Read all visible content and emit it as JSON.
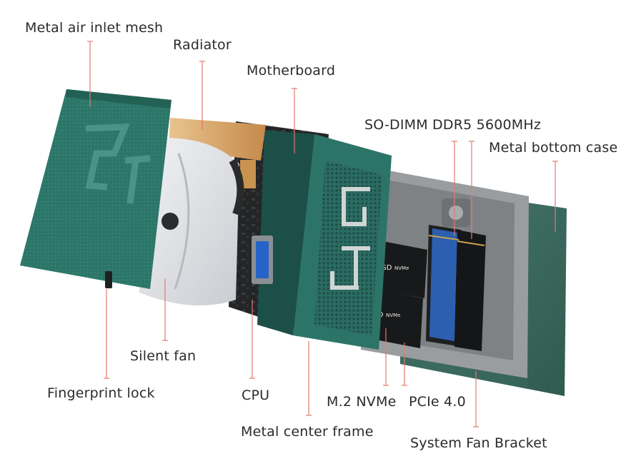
{
  "labels": {
    "metal_air_inlet_mesh": "Metal air inlet mesh",
    "radiator": "Radiator",
    "motherboard": "Motherboard",
    "so_dimm": "SO-DIMM DDR5 5600MHz",
    "metal_bottom_case": "Metal bottom case",
    "silent_fan": "Silent fan",
    "fingerprint_lock": "Fingerprint lock",
    "cpu": "CPU",
    "m2_nvme": "M.2 NVMe",
    "pcie": "PCIe 4.0",
    "metal_center_frame": "Metal center frame",
    "system_fan_bracket": "System Fan Bracket"
  },
  "ssd_text": {
    "brand": "SSD",
    "type": "NVMe"
  },
  "colors": {
    "leader_line": "#e07b6f",
    "teal_panel": "#2f7a6f",
    "teal_dark": "#1f5c54",
    "copper": "#d9a76a",
    "bottom_case": "#3b6b5f",
    "bracket_grey": "#8d9093"
  },
  "icons": [
    "fingerprint-lock-icon",
    "fan-icon"
  ]
}
